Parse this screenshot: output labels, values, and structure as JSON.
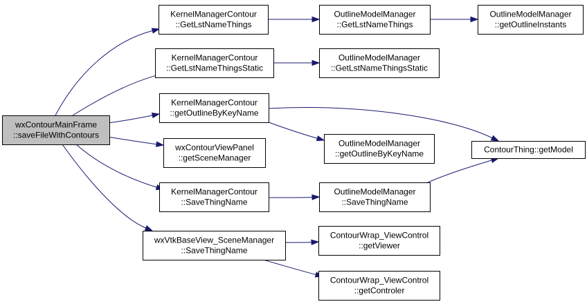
{
  "diagram": {
    "type": "call-graph",
    "colors": {
      "edge": "#191970",
      "root_fill": "#bfbfbf",
      "node_fill": "#ffffff",
      "node_stroke": "#000000"
    },
    "nodes": [
      {
        "id": "root",
        "lines": [
          "wxContourMainFrame",
          "::saveFileWithContours"
        ],
        "root": true
      },
      {
        "id": "kmc_getlst",
        "lines": [
          "KernelManagerContour",
          "::GetLstNameThings"
        ]
      },
      {
        "id": "omm_getlst",
        "lines": [
          "OutlineModelManager",
          "::GetLstNameThings"
        ]
      },
      {
        "id": "omm_getinst",
        "lines": [
          "OutlineModelManager",
          "::getOutlineInstants"
        ]
      },
      {
        "id": "kmc_getlststatic",
        "lines": [
          "KernelManagerContour",
          "::GetLstNameThingsStatic"
        ]
      },
      {
        "id": "omm_getlststatic",
        "lines": [
          "OutlineModelManager",
          "::GetLstNameThingsStatic"
        ]
      },
      {
        "id": "kmc_getoutline",
        "lines": [
          "KernelManagerContour",
          "::getOutlineByKeyName"
        ]
      },
      {
        "id": "omm_getoutline",
        "lines": [
          "OutlineModelManager",
          "::getOutlineByKeyName"
        ]
      },
      {
        "id": "ct_getmodel",
        "lines": [
          "ContourThing::getModel"
        ]
      },
      {
        "id": "wcvp_getscene",
        "lines": [
          "wxContourViewPanel",
          "::getSceneManager"
        ]
      },
      {
        "id": "kmc_savething",
        "lines": [
          "KernelManagerContour",
          "::SaveThingName"
        ]
      },
      {
        "id": "omm_savething",
        "lines": [
          "OutlineModelManager",
          "::SaveThingName"
        ]
      },
      {
        "id": "wxvtk_savething",
        "lines": [
          "wxVtkBaseView_SceneManager",
          "::SaveThingName"
        ]
      },
      {
        "id": "cwvc_getviewer",
        "lines": [
          "ContourWrap_ViewControl",
          "::getViewer"
        ]
      },
      {
        "id": "cwvc_getcontroler",
        "lines": [
          "ContourWrap_ViewControl",
          "::getControler"
        ]
      }
    ],
    "edges": [
      {
        "from": "root",
        "to": "kmc_getlst"
      },
      {
        "from": "kmc_getlst",
        "to": "omm_getlst"
      },
      {
        "from": "omm_getlst",
        "to": "omm_getinst"
      },
      {
        "from": "root",
        "to": "kmc_getlststatic"
      },
      {
        "from": "kmc_getlststatic",
        "to": "omm_getlststatic"
      },
      {
        "from": "root",
        "to": "kmc_getoutline"
      },
      {
        "from": "kmc_getoutline",
        "to": "omm_getoutline"
      },
      {
        "from": "kmc_getoutline",
        "to": "ct_getmodel"
      },
      {
        "from": "root",
        "to": "wcvp_getscene"
      },
      {
        "from": "root",
        "to": "kmc_savething"
      },
      {
        "from": "kmc_savething",
        "to": "omm_savething"
      },
      {
        "from": "omm_savething",
        "to": "ct_getmodel"
      },
      {
        "from": "root",
        "to": "wxvtk_savething"
      },
      {
        "from": "wxvtk_savething",
        "to": "cwvc_getviewer"
      },
      {
        "from": "wxvtk_savething",
        "to": "cwvc_getcontroler"
      }
    ]
  }
}
